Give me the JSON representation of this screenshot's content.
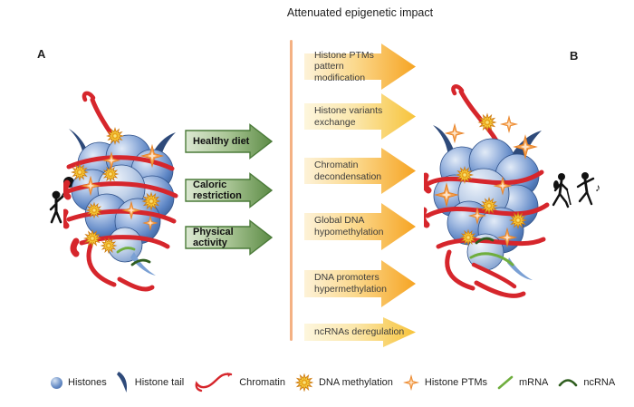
{
  "title": "Attenuated epigenetic impact",
  "panels": {
    "left_label": "A",
    "right_label": "B"
  },
  "lifestyle_arrows": {
    "items": [
      {
        "label": "Healthy diet"
      },
      {
        "label": "Caloric restriction"
      },
      {
        "label": "Physical activity"
      }
    ]
  },
  "impact_arrows": {
    "items": [
      {
        "label": "Histone PTMs pattern modification",
        "tone": "orange"
      },
      {
        "label": "Histone variants exchange",
        "tone": "yellow"
      },
      {
        "label": "Chromatin decondensation",
        "tone": "orange"
      },
      {
        "label": "Global DNA hypomethylation",
        "tone": "orange"
      },
      {
        "label": "DNA promoters hypermethylation",
        "tone": "orange"
      },
      {
        "label": "ncRNAs deregulation",
        "tone": "yellow"
      }
    ]
  },
  "legend": {
    "items": [
      {
        "icon": "histone-sphere-icon",
        "label": "Histones"
      },
      {
        "icon": "histone-tail-icon",
        "label": "Histone tail"
      },
      {
        "icon": "chromatin-icon",
        "label": "Chromatin"
      },
      {
        "icon": "dna-methylation-icon",
        "label": "DNA methylation"
      },
      {
        "icon": "histone-ptms-icon",
        "label": "Histone PTMs"
      },
      {
        "icon": "mrna-icon",
        "label": "mRNA"
      },
      {
        "icon": "ncrna-icon",
        "label": "ncRNA"
      }
    ]
  },
  "icons": {
    "music_note": "♪"
  },
  "colors": {
    "green_arrow_light": "#dce8d2",
    "green_arrow_dark": "#5d8c46",
    "green_arrow_border": "#4a7a38",
    "orange_arrow_light": "#fdf2d8",
    "orange_arrow_dark": "#f6a423",
    "yellow_arrow_light": "#fdf6dd",
    "yellow_arrow_dark": "#f7c33a",
    "separator_line": "#f4b183",
    "chromatin_red": "#d6262c",
    "histone_blue": "#5b84c4",
    "histone_tail_navy": "#2e4a7a",
    "dna_methylation_gold": "#f4ca3a",
    "histone_ptm_orange": "#f5a04c",
    "mrna_green": "#6fae3e",
    "ncrna_green": "#2f5d1f"
  }
}
